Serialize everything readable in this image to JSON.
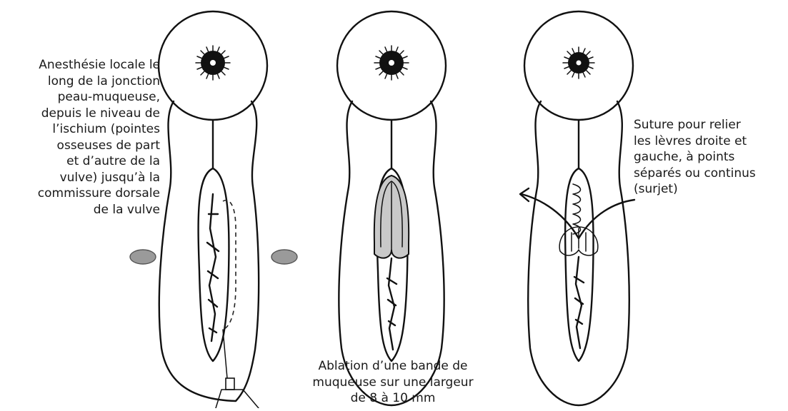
{
  "figure": {
    "panels": [
      {
        "id": "anesthesia",
        "icon": "vulva-anesthesia-illustration"
      },
      {
        "id": "ablation",
        "icon": "vulva-mucosa-ablation-illustration"
      },
      {
        "id": "suture",
        "icon": "vulva-suture-illustration"
      }
    ],
    "captions": {
      "left": "Anesthésie locale le\nlong de la jonction\npeau-muqueuse,\ndepuis le niveau de\nl’ischium (pointes\nosseuses de part\net d’autre de la\nvulve) jusqu’à la\ncommissure dorsale\nde la vulve",
      "right": "Suture pour relier\nles lèvres droite et\ngauche, à points\nséparés ou continus\n(surjet)",
      "bottom": "Ablation d’une bande de\nmuqueuse sur une largeur\nde 8 à 10 mm"
    },
    "colors": {
      "ink": "#111111",
      "ischium_fill": "#9a9a9a",
      "background": "#ffffff"
    }
  }
}
